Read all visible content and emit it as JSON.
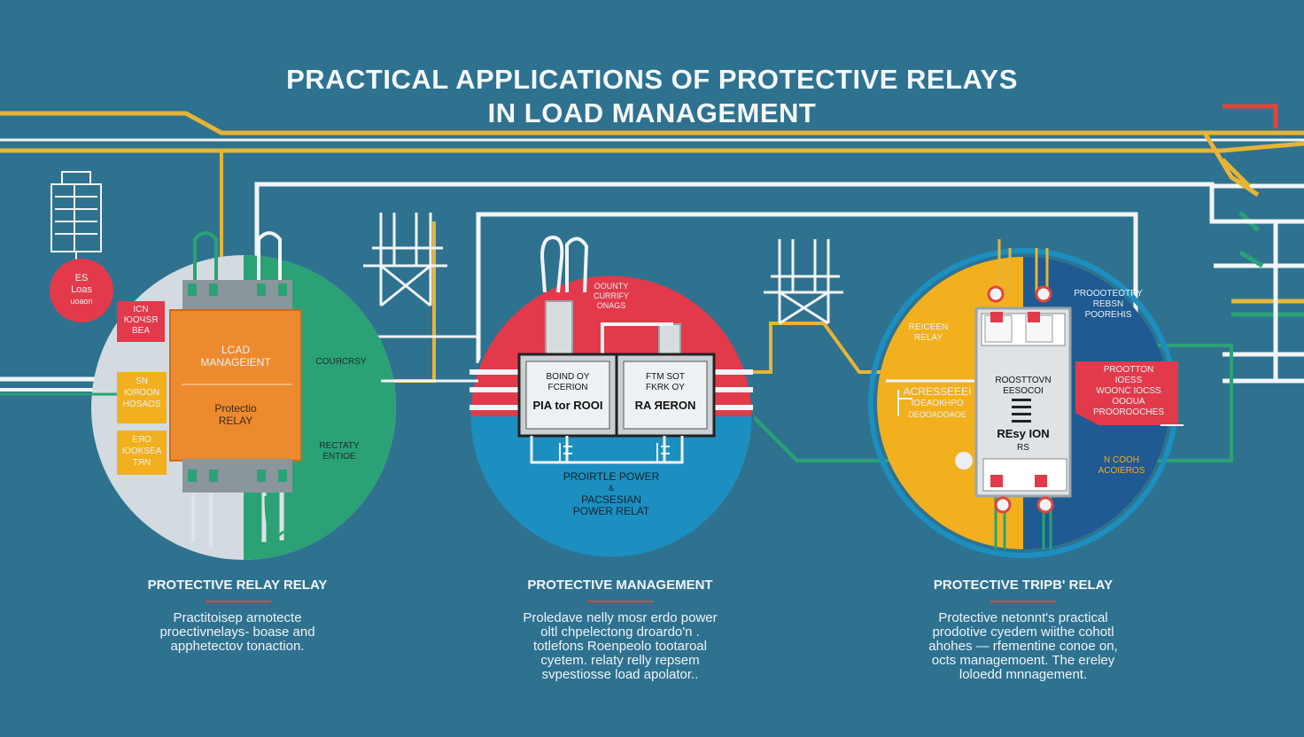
{
  "title": {
    "line1": "PRACTICAL APPLICATIONS OF PROTECTIVE RELAYS",
    "line2": "IN LOAD MANAGEMENT"
  },
  "panel_left": {
    "badge_red": [
      "ES",
      "Loas",
      "uoaon"
    ],
    "tag_top": [
      "ICN",
      "ЮOЧSЯ",
      "BEA"
    ],
    "tag_mid": [
      "SN",
      "ЮЯOON",
      "HOSAOS"
    ],
    "tag_bottom": [
      "EЯO",
      "ЮOKSEA",
      "TЯN"
    ],
    "module_top": [
      "LCAD",
      "MANAGEIENT"
    ],
    "module_bottom": [
      "Protectio",
      "RELAY"
    ],
    "side_label_1": "COUЯCRSY",
    "side_label_2": [
      "RECTATY",
      "ENTIOE"
    ],
    "heading": "PROTECTIVE RELAY RELAY",
    "description": [
      "Practitoisep arnotecte",
      "proectivnelays- boase and",
      "apphetectov tonaction."
    ]
  },
  "panel_middle": {
    "red_label": [
      "OOUNTY",
      "CURRIFY",
      "ONAGS"
    ],
    "relay_a": [
      "BOIND OY",
      "FCERION",
      "PIA tor ROOI"
    ],
    "relay_b": [
      "FTM SOT",
      "FKRK OY",
      "RA ЯERON"
    ],
    "bottom_label": [
      "PROIRTLE POWER",
      "&",
      "PACSESIAN",
      "POWER RELAT"
    ],
    "heading": "PROTECTIVE MANAGEMENT",
    "description": [
      "Proledave nelly mosr erdo power",
      "oltl chpelectong droardo'n .",
      "totlefons Roenpeolo tootaroal",
      "cyetem. relaty relly repsem",
      "svpestiosse load apolator.."
    ]
  },
  "panel_right": {
    "label_top_right": [
      "PROOOTEOTRY",
      "REBSN",
      "POOREHIS"
    ],
    "label_left_yellow": [
      "REICEEN",
      "RELAY"
    ],
    "label_left_lower": [
      "ACRESSEEEI",
      "IOEAОКНРО",
      "DEOOAOOAOE"
    ],
    "relay_text": [
      "ROOSTTOVN",
      "EESOCOI",
      "REsy ION",
      "RS"
    ],
    "red_tag": [
      "PROOTTON",
      "IOESS",
      "WOONC IOCSS",
      "OOOUA",
      "PROOROOCHES"
    ],
    "yellow_label": [
      "N COOH",
      "ACOIEROS"
    ],
    "heading": "PROTECTIVE TRIPB' RELAY",
    "description": [
      "Protective netonnt's practical",
      "prodotive cyedem wiithe cohotl",
      "ahohes — rfementine conoe on,",
      "octs managemoent. The ereley",
      "loloedd mnnagement."
    ]
  },
  "colors": {
    "background": "#2e7290",
    "wire_yellow": "#e7b437",
    "wire_white": "#f1f4f6",
    "accent_red": "#e23a4b",
    "accent_orange": "#ee8a2e",
    "accent_green": "#2aa275",
    "accent_blue": "#1c8fc0",
    "accent_navy": "#1f5a92",
    "accent_yellow": "#f2b01e"
  }
}
